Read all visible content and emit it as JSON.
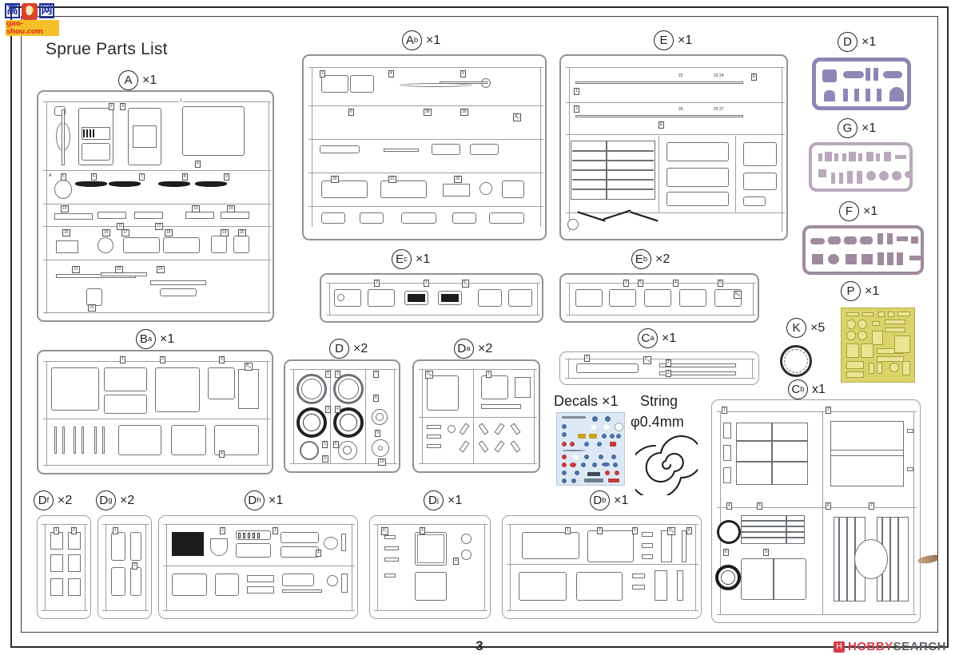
{
  "page": {
    "title": "Sprue Parts List",
    "number": "3"
  },
  "watermarks": {
    "top_left": {
      "glyphs": [
        "高",
        "网"
      ],
      "url": "gao-shou.com"
    },
    "bottom_right": {
      "mark": "hobby-search-mark",
      "text_primary": "HOBBY",
      "text_secondary": "SEARCH"
    }
  },
  "sprues": [
    {
      "id": "A",
      "letter": "A",
      "sub": "",
      "qty": "×1"
    },
    {
      "id": "Ab",
      "letter": "A",
      "sub": "b",
      "qty": "×1"
    },
    {
      "id": "E",
      "letter": "E",
      "sub": "",
      "qty": "×1"
    },
    {
      "id": "D1",
      "letter": "D",
      "sub": "",
      "qty": "×1"
    },
    {
      "id": "G",
      "letter": "G",
      "sub": "",
      "qty": "×1"
    },
    {
      "id": "F",
      "letter": "F",
      "sub": "",
      "qty": "×1"
    },
    {
      "id": "P",
      "letter": "P",
      "sub": "",
      "qty": "×1"
    },
    {
      "id": "Ec",
      "letter": "E",
      "sub": "c",
      "qty": "×1"
    },
    {
      "id": "Eb",
      "letter": "E",
      "sub": "b",
      "qty": "×2"
    },
    {
      "id": "K",
      "letter": "K",
      "sub": "",
      "qty": "×5"
    },
    {
      "id": "Cb",
      "letter": "C",
      "sub": "b",
      "qty": "x1"
    },
    {
      "id": "Ba",
      "letter": "B",
      "sub": "a",
      "qty": "×1"
    },
    {
      "id": "D2",
      "letter": "D",
      "sub": "",
      "qty": "×2"
    },
    {
      "id": "Da",
      "letter": "D",
      "sub": "a",
      "qty": "×2"
    },
    {
      "id": "Ca",
      "letter": "C",
      "sub": "a",
      "qty": "×1"
    },
    {
      "id": "Df",
      "letter": "D",
      "sub": "f",
      "qty": "×2"
    },
    {
      "id": "Dg",
      "letter": "D",
      "sub": "g",
      "qty": "×2"
    },
    {
      "id": "Dh",
      "letter": "D",
      "sub": "h",
      "qty": "×1"
    },
    {
      "id": "Dj",
      "letter": "D",
      "sub": "j",
      "qty": "×1"
    },
    {
      "id": "Db",
      "letter": "D",
      "sub": "b",
      "qty": "×1"
    }
  ],
  "extras": {
    "decals_label": "Decals ×1",
    "string_label": "String",
    "string_diameter": "φ0.4mm"
  },
  "colors": {
    "sprue_outline": "#8e9299",
    "purple_sprue": "#8d87b5",
    "mauve_sprue": "#b9a9bb",
    "plum_sprue": "#a08a9e",
    "photoetch": "#d9d36a",
    "decal_sheet": "#dce9f4",
    "watermark_red": "#d63a4a",
    "watermark_blue": "#1c2fa0"
  }
}
